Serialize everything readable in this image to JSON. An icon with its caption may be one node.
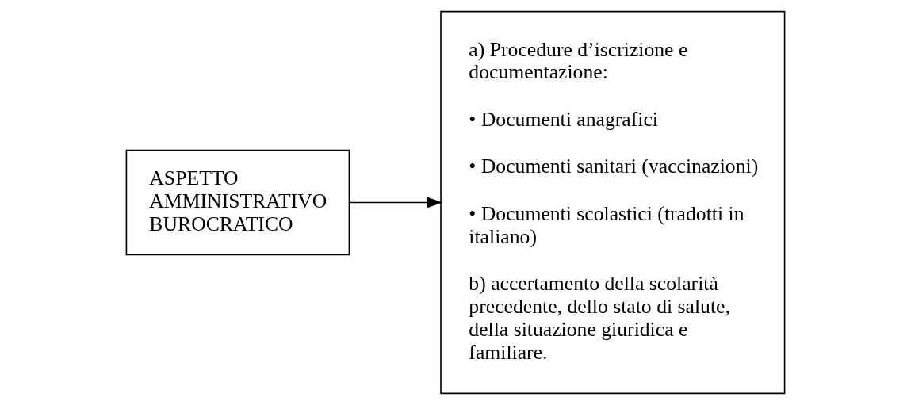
{
  "diagram": {
    "nodes": [
      {
        "text": [
          "ASPETTO AMMINISTRATIVO BUROCRATICO"
        ]
      },
      {
        "text": [
          "a) Procedure d’iscrizione e documentazione:",
          "• Documenti anagrafici",
          "• Documenti sanitari (vaccinazioni)",
          "• Documenti scolastici (tradotti in italiano)",
          "b) accertamento della scolarità precedente, dello stato di salute, della situazione giuridica e familiare."
        ]
      }
    ],
    "edges": [
      {
        "from": 0,
        "to": 1,
        "arrow": "to"
      }
    ]
  }
}
